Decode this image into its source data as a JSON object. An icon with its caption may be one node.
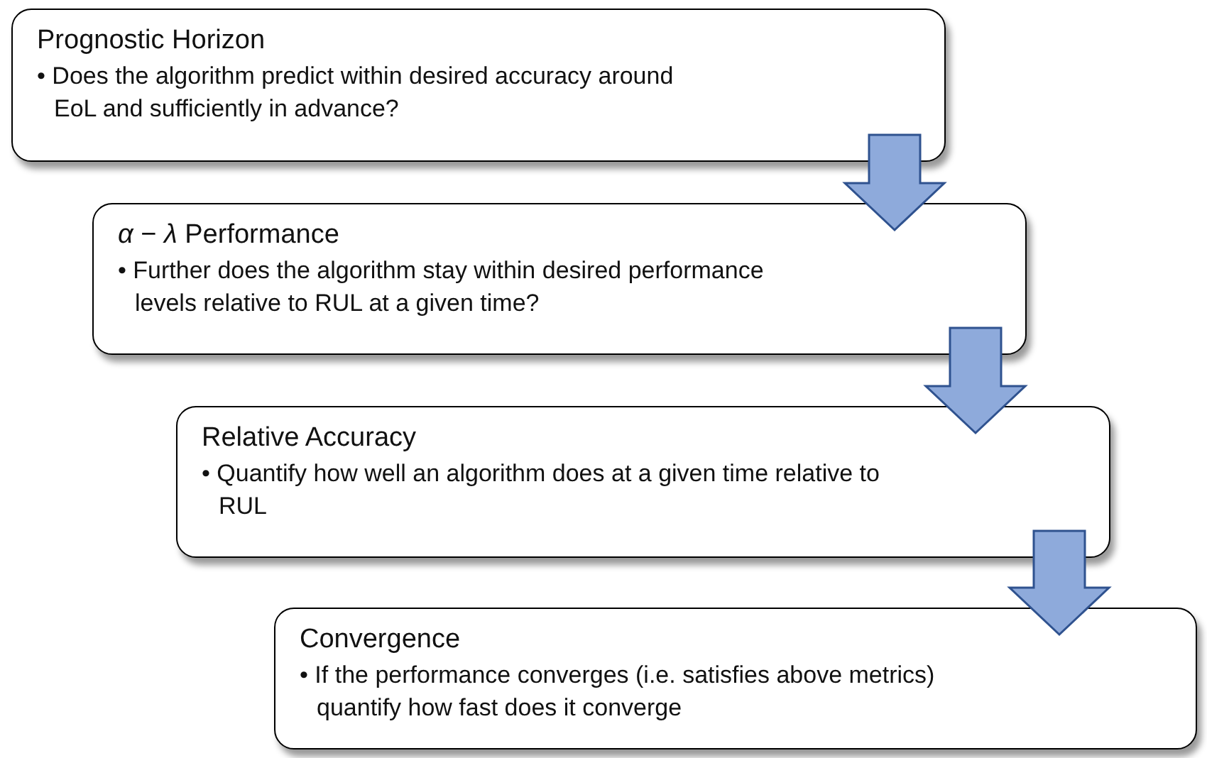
{
  "diagram": {
    "nodes": [
      {
        "text": [
          "Prognostic Horizon",
          "• Does the algorithm predict within desired accuracy around EoL and sufficiently in advance?"
        ]
      },
      {
        "text": [
          "*α* − *λ* Performance",
          "• Further does the algorithm stay within desired performance levels relative to RUL at a given time?"
        ]
      },
      {
        "text": [
          "Relative Accuracy",
          "• Quantify how well an algorithm does at a given time relative to RUL"
        ]
      },
      {
        "text": [
          "Convergence",
          "• If the performance converges (i.e. satisfies above metrics) quantify how fast does it converge"
        ]
      }
    ],
    "edges": [
      {
        "from": 0,
        "to": 1,
        "arrow": "to"
      },
      {
        "from": 1,
        "to": 2,
        "arrow": "to"
      },
      {
        "from": 2,
        "to": 3,
        "arrow": "to"
      }
    ]
  }
}
